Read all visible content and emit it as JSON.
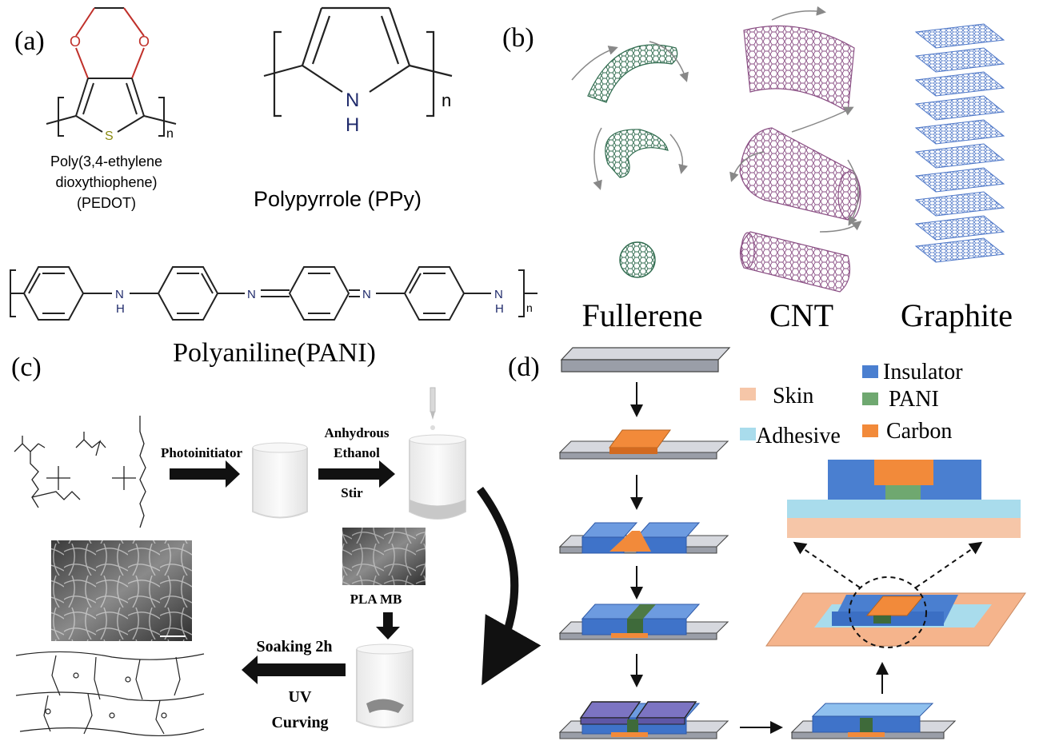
{
  "panel_a": {
    "label": "(a)",
    "pedot": {
      "atom_o1": "O",
      "atom_o2": "O",
      "atom_s": "S",
      "subscript": "n",
      "name_line1": "Poly(3,4-ethylene",
      "name_line2": "dioxythiophene)",
      "name_line3": "(PEDOT)"
    },
    "ppy": {
      "atom_n": "N",
      "atom_h": "H",
      "subscript": "n",
      "name": "Polypyrrole (PPy)"
    },
    "pani": {
      "nh1_n": "N",
      "nh1_h": "H",
      "imine1": "N",
      "imine2": "N",
      "nh2_n": "N",
      "nh2_h": "H",
      "subscript": "n",
      "name": "Polyaniline(PANI)"
    }
  },
  "panel_b": {
    "label": "(b)",
    "captions": [
      "Fullerene",
      "CNT",
      "Graphite"
    ]
  },
  "panel_c": {
    "label": "(c)",
    "step_photoinitiator": "Photoinitiator",
    "step_anhydrous": "Anhydrous",
    "step_ethanol": "Ethanol",
    "step_stir": "Stir",
    "step_pla": "PLA MB",
    "step_soaking": "Soaking 2h",
    "step_uv": "UV",
    "step_curving": "Curving"
  },
  "panel_d": {
    "label": "(d)",
    "legend": {
      "insulator": "Insulator",
      "skin": "Skin",
      "pani": "PANI",
      "adhesive": "Adhesive",
      "carbon": "Carbon"
    },
    "colors": {
      "insulator": "#4a7fd0",
      "skin": "#f6c6a8",
      "pani": "#6fa870",
      "adhesive": "#a9dcec",
      "carbon": "#f28a3a",
      "substrate": "#9a9ea8"
    }
  }
}
